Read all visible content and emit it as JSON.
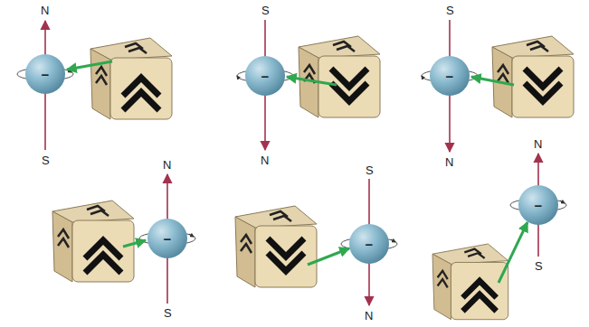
{
  "diagram": {
    "nodes": [
      {
        "text": [
          "−"
        ]
      },
      {
        "text": [
          "−"
        ]
      },
      {
        "text": [
          "−"
        ]
      },
      {
        "text": [
          "−"
        ]
      },
      {
        "text": [
          "−"
        ]
      },
      {
        "text": [
          "−"
        ]
      }
    ],
    "labels": [
      "N",
      "S",
      "S",
      "N",
      "S",
      "N",
      "N",
      "S",
      "S",
      "N",
      "N",
      "S"
    ]
  }
}
